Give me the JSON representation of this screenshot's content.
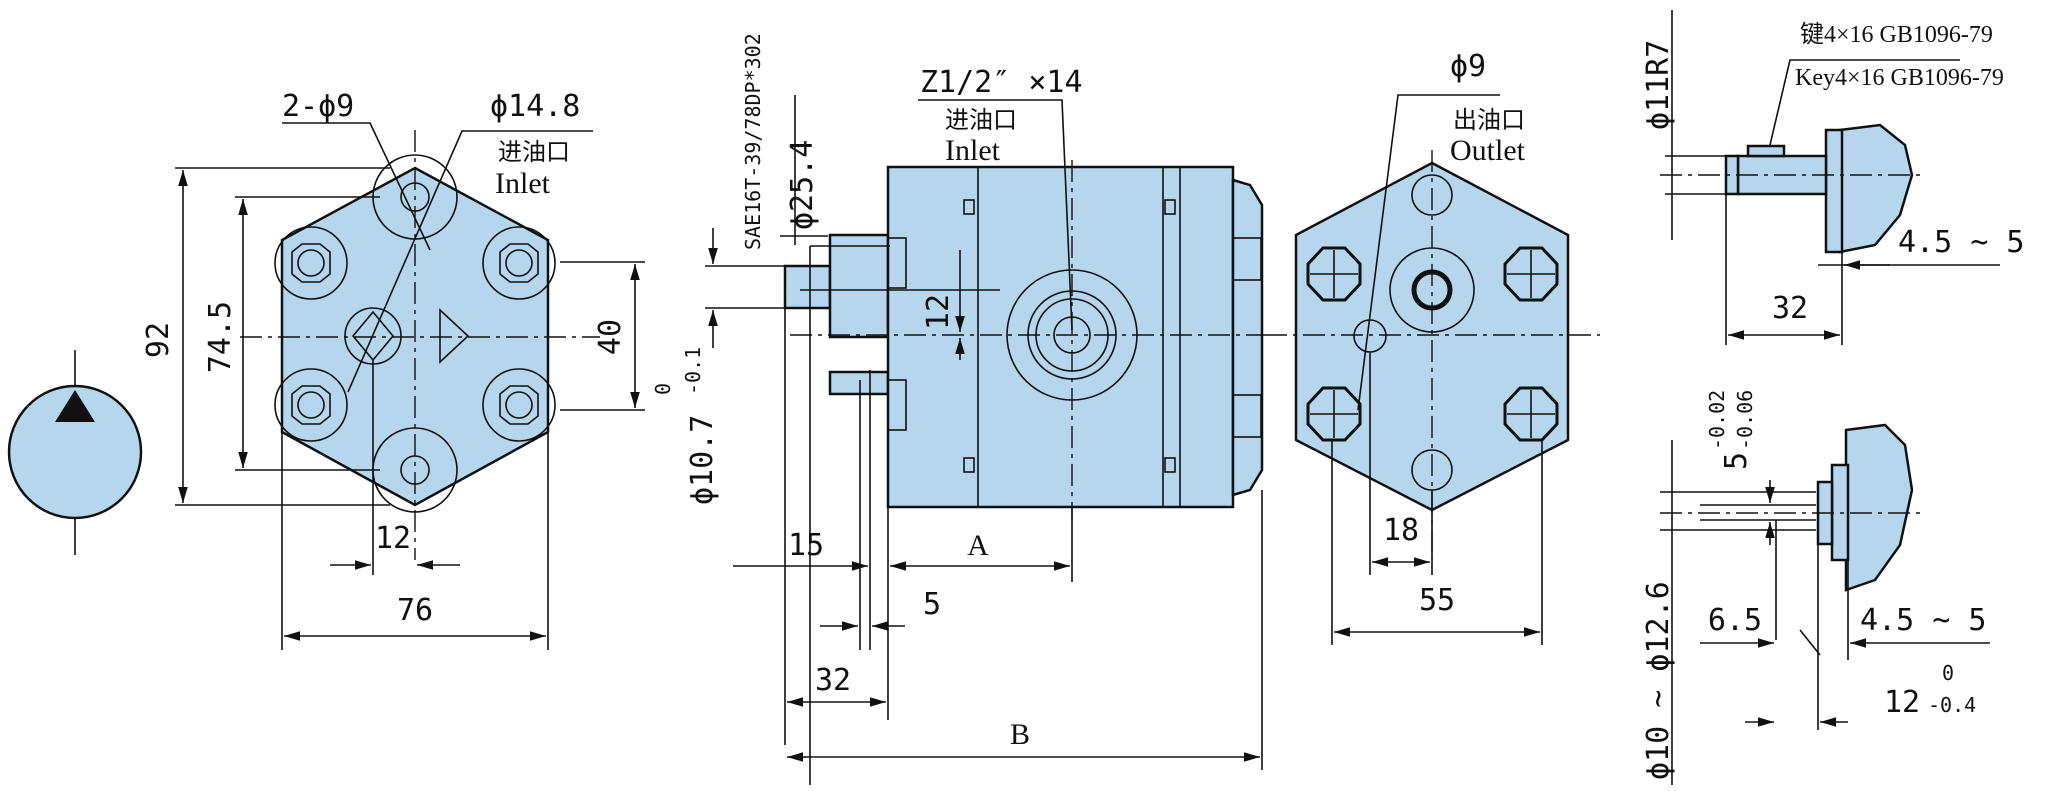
{
  "front_view": {
    "holes": "2-ϕ9",
    "port_dia": "ϕ14.8",
    "inlet_cn": "进油口",
    "inlet_en": "Inlet",
    "height_total": "92",
    "height_inner": "74.5",
    "port_height": "40",
    "port_offset": "12",
    "width": "76"
  },
  "side_view": {
    "flange_spec": "SAE16T-39/78DP*302",
    "pilot_dia": "ϕ25.4",
    "shaft_dia_main": "ϕ10.7",
    "shaft_tol_upper": "0",
    "shaft_tol_lower": "-0.1",
    "thread": "Z1/2″ ×14",
    "inlet_cn": "进油口",
    "inlet_en": "Inlet",
    "center_height": "12",
    "dim_15": "15",
    "dim_A": "A",
    "dim_5": "5",
    "dim_32": "32",
    "dim_B": "B"
  },
  "rear_view": {
    "outlet_dia": "ϕ9",
    "outlet_cn": "出油口",
    "outlet_en": "Outlet",
    "dim_18": "18",
    "dim_55": "55"
  },
  "detail_key": {
    "radius": "ϕ11R7",
    "key_cn": "键4×16 GB1096-79",
    "key_en": "Key4×16 GB1096-79",
    "range": "4.5 ~ 5",
    "length": "32"
  },
  "detail_shaft": {
    "key_width": "5",
    "key_tol_upper": "-0.02",
    "key_tol_lower": "-0.06",
    "dia_range": "ϕ10 ~ ϕ12.6",
    "dim_65": "6.5",
    "range": "4.5 ~ 5",
    "dim_12": "12",
    "tol_upper": "0",
    "tol_lower": "-0.4"
  },
  "colors": {
    "body_fill": "#b5d6ed",
    "line": "#111111"
  }
}
